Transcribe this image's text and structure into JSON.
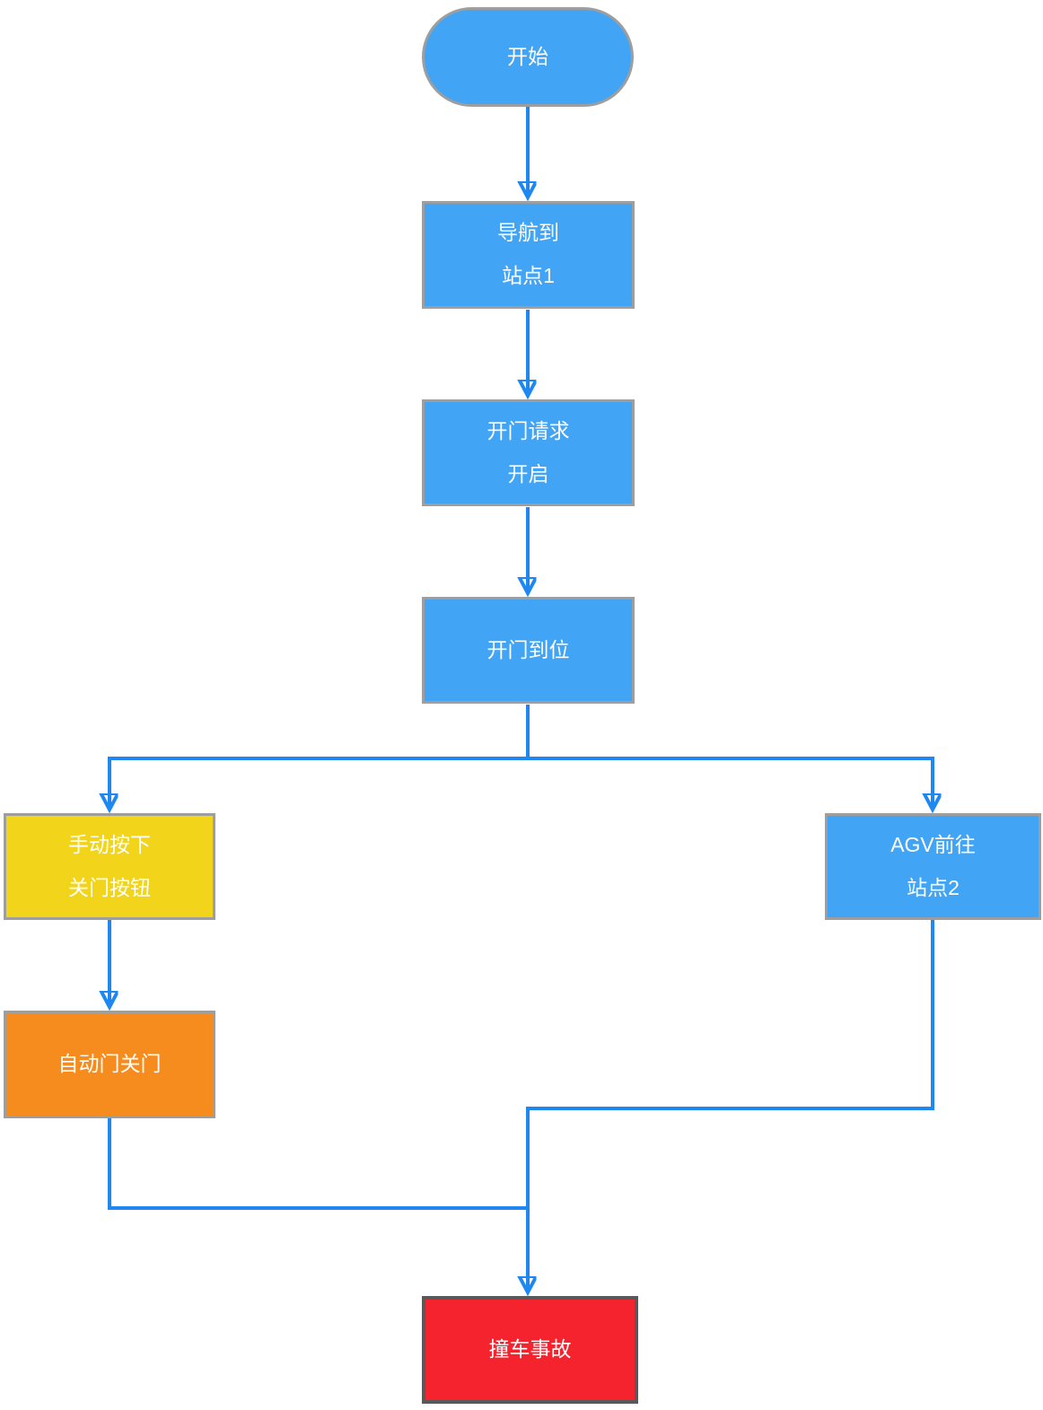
{
  "diagram": {
    "type": "flowchart",
    "nodes": {
      "start": {
        "label": "开始",
        "lines": [
          "开始"
        ],
        "shape": "terminator",
        "fill": "#42a4f5"
      },
      "navigate": {
        "label": "导航到 站点1",
        "lines": [
          "导航到",
          "站点1"
        ],
        "shape": "process",
        "fill": "#42a4f5"
      },
      "door_request": {
        "label": "开门请求 开启",
        "lines": [
          "开门请求",
          "开启"
        ],
        "shape": "process",
        "fill": "#42a4f5"
      },
      "door_open": {
        "label": "开门到位",
        "lines": [
          "开门到位"
        ],
        "shape": "process",
        "fill": "#42a4f5"
      },
      "manual_button": {
        "label": "手动按下 关门按钮",
        "lines": [
          "手动按下",
          "关门按钮"
        ],
        "shape": "process",
        "fill": "#f2d41a"
      },
      "agv_go": {
        "label": "AGV前往 站点2",
        "lines": [
          "AGV前往",
          "站点2"
        ],
        "shape": "process",
        "fill": "#42a4f5"
      },
      "auto_close": {
        "label": "自动门关门",
        "lines": [
          "自动门关门"
        ],
        "shape": "process",
        "fill": "#f78c1e"
      },
      "crash": {
        "label": "撞车事故",
        "lines": [
          "撞车事故"
        ],
        "shape": "process",
        "fill": "#f5232e"
      }
    },
    "edges": [
      {
        "from": "start",
        "to": "navigate"
      },
      {
        "from": "navigate",
        "to": "door_request"
      },
      {
        "from": "door_request",
        "to": "door_open"
      },
      {
        "from": "door_open",
        "to": "manual_button"
      },
      {
        "from": "door_open",
        "to": "agv_go"
      },
      {
        "from": "manual_button",
        "to": "auto_close"
      },
      {
        "from": "auto_close",
        "to": "crash"
      },
      {
        "from": "agv_go",
        "to": "crash"
      }
    ]
  },
  "colors": {
    "node_blue": "#42a4f5",
    "node_yellow": "#f2d41a",
    "node_orange": "#f78c1e",
    "node_red": "#f5232e",
    "border_gray": "#9e9e9e",
    "border_dark_gray": "#595959",
    "connector_blue": "#1e87f0",
    "text": "#ffffff",
    "background": "#ffffff"
  }
}
